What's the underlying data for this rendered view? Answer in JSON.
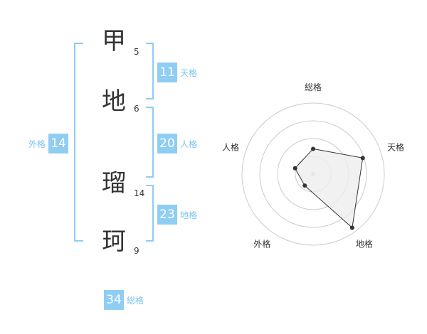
{
  "name_chars": [
    {
      "char": "甲",
      "strokes": "5"
    },
    {
      "char": "地",
      "strokes": "6"
    },
    {
      "char": "瑠",
      "strokes": "14"
    },
    {
      "char": "珂",
      "strokes": "9"
    }
  ],
  "scores": {
    "tenkaku": {
      "value": "11",
      "label": "天格"
    },
    "jinkaku": {
      "value": "20",
      "label": "人格"
    },
    "chikaku": {
      "value": "23",
      "label": "地格"
    },
    "gaikaku": {
      "value": "14",
      "label": "外格"
    },
    "soukaku": {
      "value": "34",
      "label": "総格"
    }
  },
  "colors": {
    "accent": "#8fcdf3",
    "accent_text": "#7ac3ef",
    "ring": "#cccccc",
    "polygon_fill": "#eeeeee",
    "polygon_stroke": "#333333"
  },
  "chart_data": {
    "type": "radar",
    "axes": [
      "総格",
      "天格",
      "地格",
      "外格",
      "人格"
    ],
    "levels": 4,
    "values": [
      1.6,
      3.3,
      4.2,
      0.9,
      1.2
    ],
    "max": 4.5
  }
}
